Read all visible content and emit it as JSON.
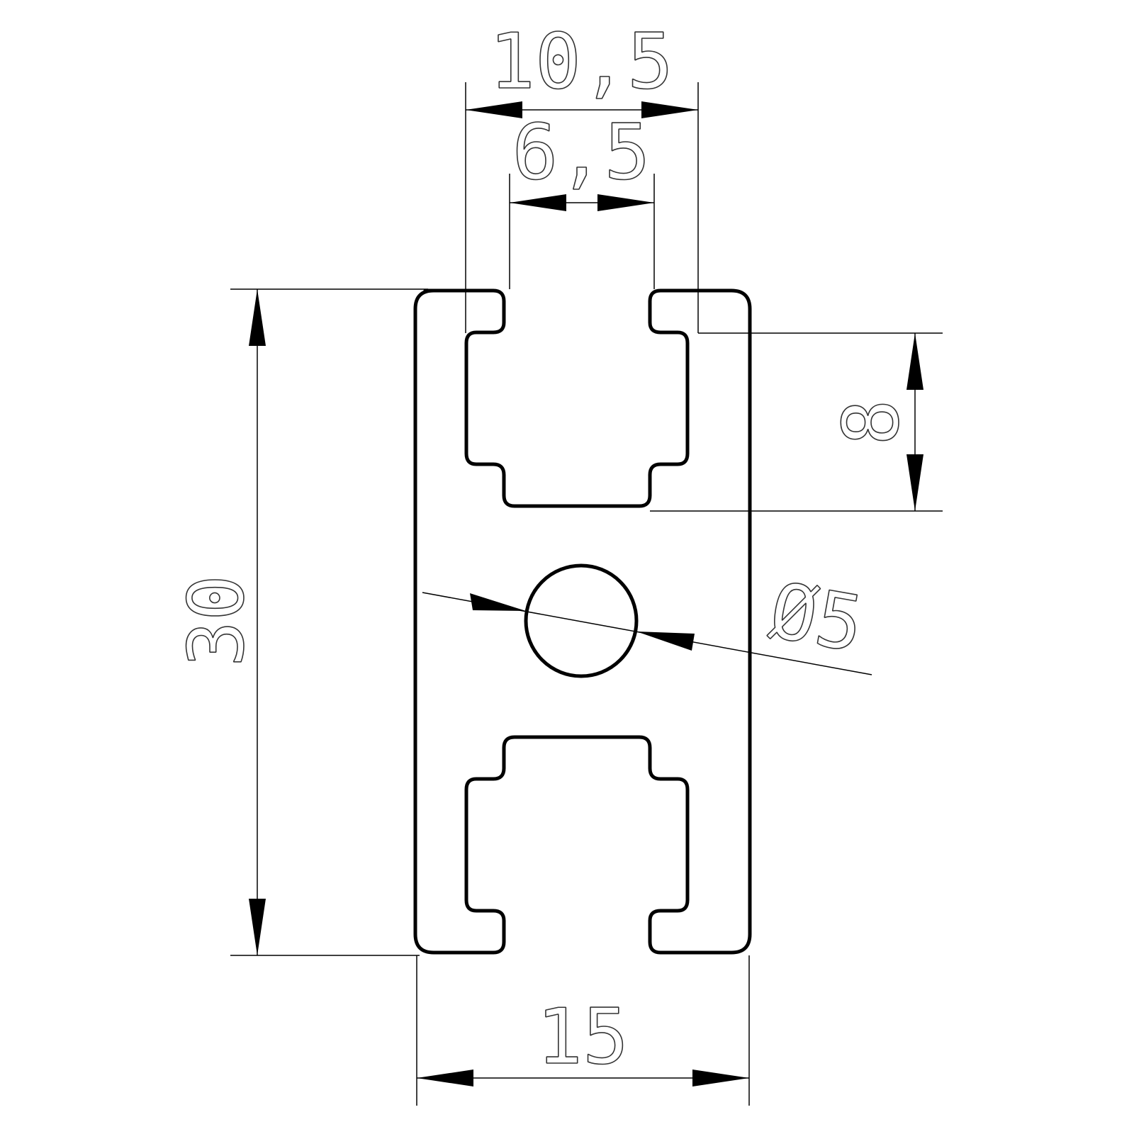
{
  "drawing": {
    "dimensions": {
      "slot_outer_width": "10,5",
      "slot_opening_width": "6,5",
      "slot_depth": "8",
      "profile_height": "30",
      "center_hole_diameter": "Ø5",
      "profile_width": "15"
    },
    "colors": {
      "line": "#000000",
      "text": "#333333",
      "background": "#ffffff"
    }
  }
}
